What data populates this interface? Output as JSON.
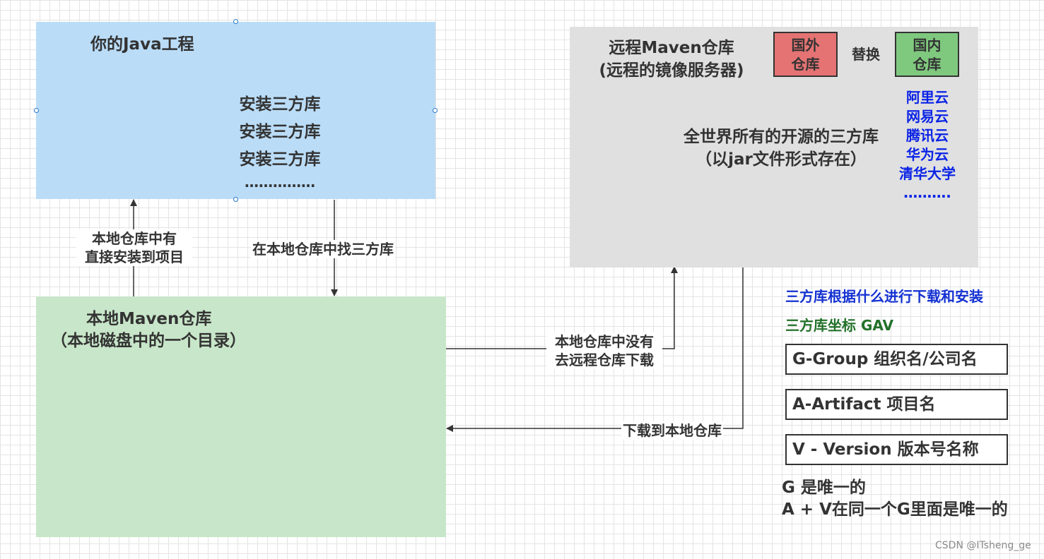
{
  "java_project": {
    "title": "你的Java工程",
    "items": [
      "安装三方库",
      "安装三方库",
      "安装三方库",
      "……………"
    ]
  },
  "local_repo": {
    "title": "本地Maven仓库",
    "subtitle": "（本地磁盘中的一个目录）"
  },
  "remote_repo": {
    "title": "远程Maven仓库",
    "subtitle": "(远程的镜像服务器)",
    "foreign_label_line1": "国外",
    "foreign_label_line2": "仓库",
    "replace_label": "替换",
    "domestic_label_line1": "国内",
    "domestic_label_line2": "仓库",
    "mirrors": [
      "阿里云",
      "网易云",
      "腾讯云",
      "华为云",
      "清华大学",
      "………."
    ],
    "content_line1": "全世界所有的开源的三方库",
    "content_line2": "（以jar文件形式存在）"
  },
  "arrows": {
    "install_line1": "本地仓库中有",
    "install_line2": "直接安装到项目",
    "find": "在本地仓库中找三方库",
    "missing_line1": "本地仓库中没有",
    "missing_line2": "去远程仓库下载",
    "download": "下载到本地仓库"
  },
  "gav": {
    "question": "三方库根据什么进行下载和安装",
    "heading": "三方库坐标 GAV",
    "group": "G-Group 组织名/公司名",
    "artifact": "A-Artifact  项目名",
    "version": "V - Version 版本号名称",
    "note_line1": "G 是唯一的",
    "note_line2": "A + V在同一个G里面是唯一的"
  },
  "watermark": "CSDN @ITsheng_ge",
  "colors": {
    "java_fill": "#badcf7",
    "local_fill": "#c8e6c9",
    "remote_fill": "#e0e0e0",
    "foreign_fill": "#e57373",
    "domestic_fill": "#7fc97f",
    "mirror_text": "#0a23e6",
    "gav_question": "#1431d2",
    "gav_heading": "#23712a"
  }
}
